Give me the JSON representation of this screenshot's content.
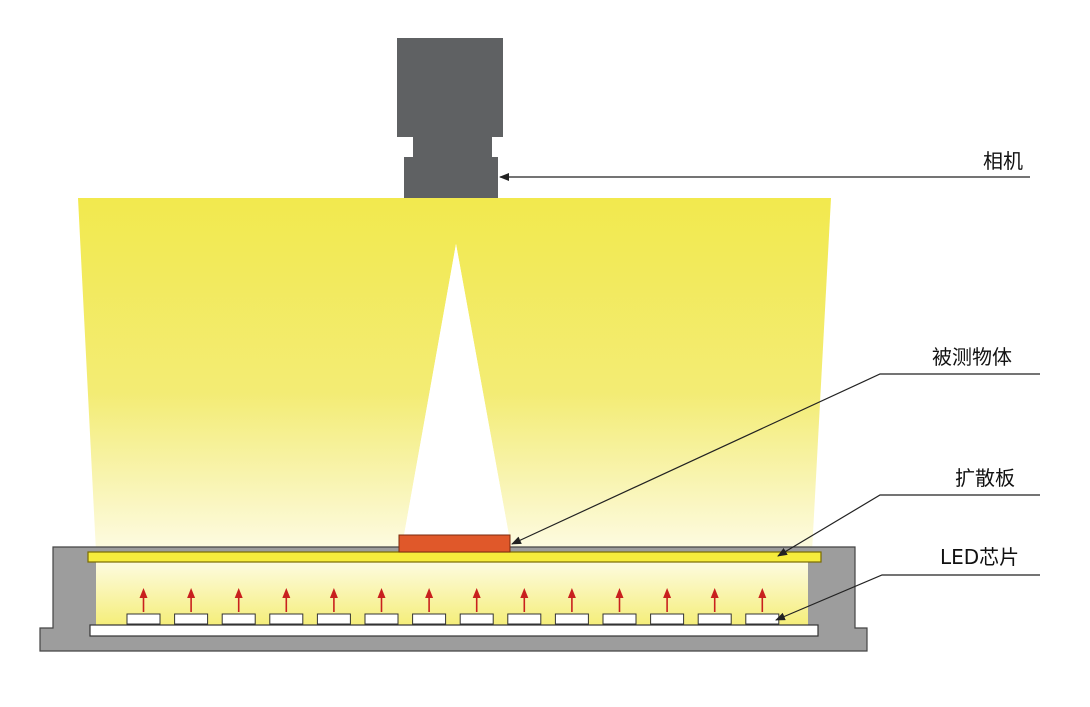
{
  "labels": {
    "camera": "相机",
    "object": "被测物体",
    "diffuser": "扩散板",
    "led": "LED芯片"
  },
  "led_count": 14,
  "colors": {
    "camera_body": "#5f6163",
    "light_yellow": "#f0e64a",
    "light_fade": "#fbf7cf",
    "diffuser_edge": "#c8b400",
    "object": "#e0582a",
    "housing": "#9a9a9a",
    "arrow": "#c8201e",
    "leader_line": "#222222"
  }
}
